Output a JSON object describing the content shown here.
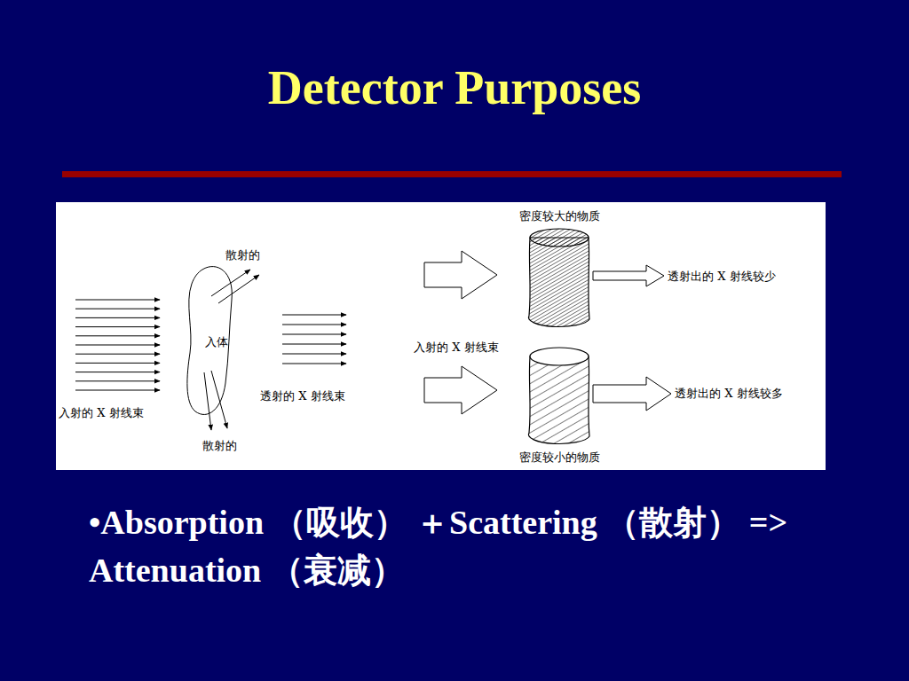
{
  "diagram": {
    "title": "Detector Purposes",
    "nodes": [
      {
        "text": [
          "入体"
        ]
      },
      {
        "text": [
          "密度较大的物质"
        ]
      },
      {
        "text": [
          "密度较小的物质"
        ]
      }
    ],
    "labels": [
      "散射的",
      "入射的 X 射线束",
      "透射的 X 射线束",
      "散射的",
      "入射的 X 射线束",
      "透射出的 X 射线较少",
      "透射出的 X 射线较多",
      "•Absorption （吸收） ＋Scattering （散射） => Attenuation （衰减）"
    ]
  }
}
